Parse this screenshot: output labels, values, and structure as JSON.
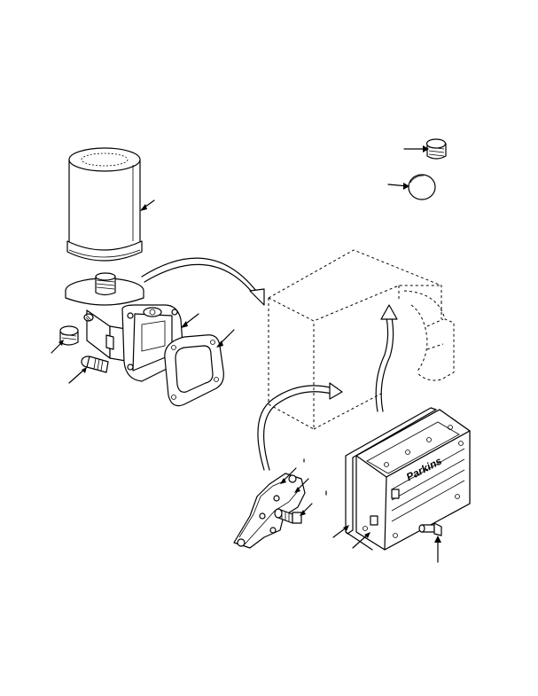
{
  "diagram": {
    "logo_text": "Parkins",
    "parts": [
      {
        "id": "oil-filter-canister"
      },
      {
        "id": "filter-head"
      },
      {
        "id": "pipe-plug"
      },
      {
        "id": "mounting-bolt"
      },
      {
        "id": "filter-head-gasket"
      },
      {
        "id": "plug-top"
      },
      {
        "id": "cap-plug"
      },
      {
        "id": "engine-block-outline"
      },
      {
        "id": "support-bracket"
      },
      {
        "id": "bracket-bolt"
      },
      {
        "id": "cover-plate"
      },
      {
        "id": "cover-gasket"
      },
      {
        "id": "cover-bolt"
      }
    ]
  }
}
